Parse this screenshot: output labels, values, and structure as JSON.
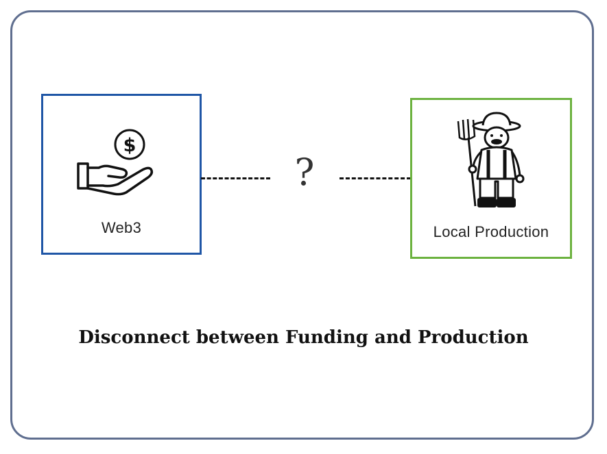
{
  "nodes": {
    "web3": {
      "label": "Web3",
      "icon": "hand-dollar-icon",
      "border_color": "#1f56a6"
    },
    "local": {
      "label": "Local Production",
      "icon": "farmer-icon",
      "border_color": "#6cb23f"
    }
  },
  "connector": {
    "symbol": "?"
  },
  "caption": "Disconnect between Funding and Production",
  "colors": {
    "frame": "#5f6e8f",
    "text": "#111111"
  }
}
